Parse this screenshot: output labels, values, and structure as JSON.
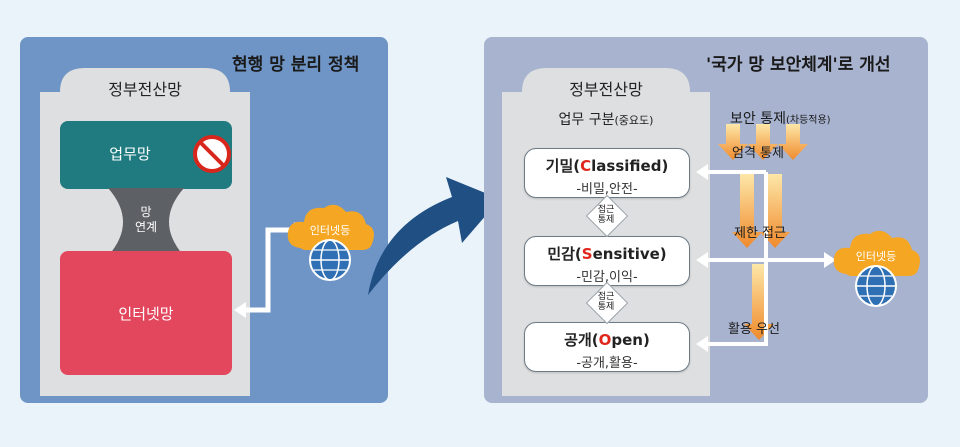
{
  "left": {
    "title": "현행 망 분리 정책",
    "gov_net": "정부전산망",
    "work_net": "업무망",
    "link": [
      "망",
      "연계"
    ],
    "internet_net": "인터넷망",
    "cloud": "인터넷등"
  },
  "right": {
    "title": "'국가 망 보안체계'로 개선",
    "gov_net": "정부전산망",
    "classification": {
      "main": "업무 구분",
      "small": "(중요도)"
    },
    "levels": [
      {
        "name_pre": "기밀(",
        "initial": "C",
        "name_post": "lassified)",
        "sub": "-비밀,안전-"
      },
      {
        "name_pre": "민감(",
        "initial": "S",
        "name_post": "ensitive)",
        "sub": "-민감,이익-"
      },
      {
        "name_pre": "공개(",
        "initial": "O",
        "name_post": "pen)",
        "sub": "-공개,활용-"
      }
    ],
    "access": [
      [
        "접근",
        "통제"
      ],
      [
        "접근",
        "통제"
      ]
    ],
    "security": {
      "main": "보안 통제",
      "small": "(차등적용)"
    },
    "controls": [
      "엄격 통제",
      "제한 접근",
      "활용 우선"
    ],
    "cloud": "인터넷등"
  },
  "colors": {
    "left_panel": "#6f95c6",
    "right_panel": "#a8b3cf",
    "work_net": "#1f7b7f",
    "internet_net": "#e3475e",
    "cloud": "#f5a623",
    "arrow": "#1f4f83",
    "highlight": "#e0261b"
  }
}
